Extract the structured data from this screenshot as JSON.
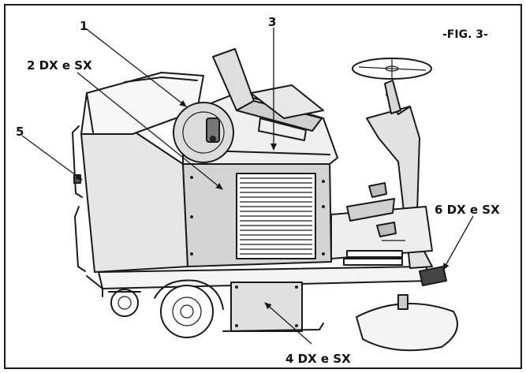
{
  "figure": {
    "title": "-FIG. 3-",
    "callouts": [
      {
        "id": "1",
        "text": "1"
      },
      {
        "id": "2",
        "text": "2 DX e SX"
      },
      {
        "id": "3",
        "text": "3"
      },
      {
        "id": "4",
        "text": "4 DX e SX"
      },
      {
        "id": "5",
        "text": "5"
      },
      {
        "id": "6",
        "text": "6 DX e SX"
      }
    ]
  }
}
